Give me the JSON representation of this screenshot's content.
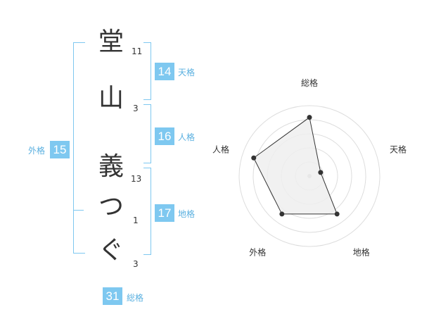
{
  "name_chars": [
    {
      "char": "堂",
      "strokes": "11"
    },
    {
      "char": "山",
      "strokes": "3"
    },
    {
      "char": "義",
      "strokes": "13"
    },
    {
      "char": "つ",
      "strokes": "1"
    },
    {
      "char": "ぐ",
      "strokes": "3"
    }
  ],
  "fortune": {
    "tenkaku": {
      "value": "14",
      "label": "天格"
    },
    "jinkaku": {
      "value": "16",
      "label": "人格"
    },
    "chikaku": {
      "value": "17",
      "label": "地格"
    },
    "gaikaku": {
      "value": "15",
      "label": "外格"
    },
    "soukaku": {
      "value": "31",
      "label": "総格"
    }
  },
  "colors": {
    "accent": "#7ec8f0",
    "accent_text": "#5ab0e0",
    "radar_fill": "#eeeeee",
    "radar_stroke": "#333333",
    "grid": "#dddddd"
  },
  "chart_data": {
    "type": "radar",
    "axes": [
      "総格",
      "天格",
      "地格",
      "外格",
      "人格"
    ],
    "values": [
      5,
      1,
      4,
      4,
      5
    ],
    "scale_max": 6,
    "rings": 5
  }
}
